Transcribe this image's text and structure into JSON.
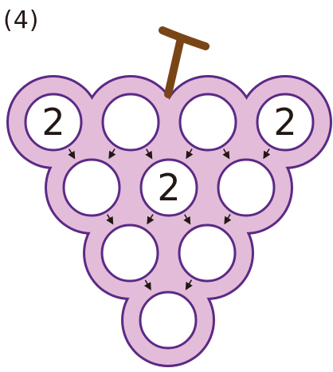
{
  "problem_label": "(4)",
  "colors": {
    "bunch_fill": "#e3bcd9",
    "bunch_outline": "#5b2a86",
    "circle_fill": "#ffffff",
    "stem": "#7a4516",
    "arrow": "#231815",
    "number": "#231815"
  },
  "rows": [
    [
      {
        "id": "r1c1",
        "value": "2"
      },
      {
        "id": "r1c2",
        "value": ""
      },
      {
        "id": "r1c3",
        "value": ""
      },
      {
        "id": "r1c4",
        "value": "2"
      }
    ],
    [
      {
        "id": "r2c1",
        "value": ""
      },
      {
        "id": "r2c2",
        "value": "2"
      },
      {
        "id": "r2c3",
        "value": ""
      }
    ],
    [
      {
        "id": "r3c1",
        "value": ""
      },
      {
        "id": "r3c2",
        "value": ""
      }
    ],
    [
      {
        "id": "r4c1",
        "value": ""
      }
    ]
  ]
}
